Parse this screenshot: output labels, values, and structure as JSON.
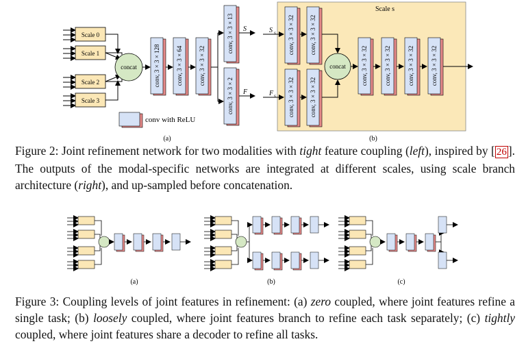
{
  "figure2": {
    "inputs": [
      "Scale 0",
      "Scale 1",
      "Scale 2",
      "Scale 3"
    ],
    "concat_label": "concat",
    "main_convs": [
      "conv, 3 × 3 × 128",
      "conv, 3 × 3 × 64",
      "conv, 3 × 3 × 32"
    ],
    "branch_top": "conv, 3 × 3 × 13",
    "branch_bottom": "conv, 3 × 3 × 2",
    "out_top": "S",
    "out_bottom": "F",
    "legend": "conv with ReLU",
    "sub_a": "(a)",
    "sub_b": "(b)",
    "scale_title": "Scale s",
    "in_top": "S",
    "in_bottom": "F",
    "in_sub": "s",
    "b_pre_conv": "conv, 3 × 3 × 32",
    "b_concat_label": "concat",
    "b_post_conv": "conv, 3 × 3 × 32",
    "caption": {
      "label": "Figure 2:",
      "t1": "Joint refinement network for two modalities with",
      "tight": "tight",
      "t2": "feature coupling (",
      "left": "left",
      "t3": "), inspired by [",
      "ref": "26",
      "t4": "]. The outputs of the modal-specific networks are integrated at different scales, using scale branch architecture (",
      "right": "right",
      "t5": "), and up-sampled before concatenation."
    }
  },
  "figure3": {
    "sub_a": "(a)",
    "sub_b": "(b)",
    "sub_c": "(c)",
    "caption": {
      "label": "Figure 3:",
      "t1": "Coupling levels of joint features in refinement: (a)",
      "zero": "zero",
      "t2": "coupled, where joint features refine a single task; (b)",
      "loosely": "loosely",
      "t3": "coupled, where joint features branch to refine each task separately; (c)",
      "tightly": "tightly",
      "t4": "coupled, where joint features share a decoder to refine all tasks."
    }
  },
  "colors": {
    "input_box": "#fbe7b6",
    "conv_blue": "#d6e2f6",
    "conv_red": "#e58a8a",
    "concat_green": "#d5e8c4",
    "scale_bg": "#fbe8b8"
  }
}
